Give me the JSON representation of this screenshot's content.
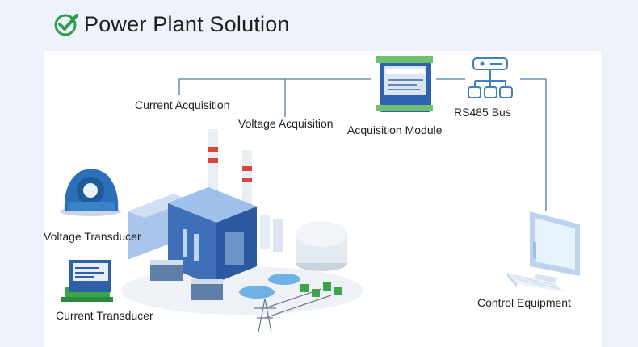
{
  "header": {
    "title": "Power Plant Solution"
  },
  "labels": {
    "current_acquisition": "Current Acquisition",
    "voltage_acquisition": "Voltage Acquisition",
    "acquisition_module": "Acquisition Module",
    "rs485_bus": "RS485 Bus",
    "voltage_transducer": "Voltage Transducer",
    "current_transducer": "Current Transducer",
    "control_equipment": "Control Equipment"
  },
  "colors": {
    "accent_green": "#2e9e4b",
    "line_blue": "#4a7fa8",
    "icon_blue": "#3f7fc2",
    "building_blue": "#3f6fb8",
    "building_light": "#9ec0ea"
  }
}
